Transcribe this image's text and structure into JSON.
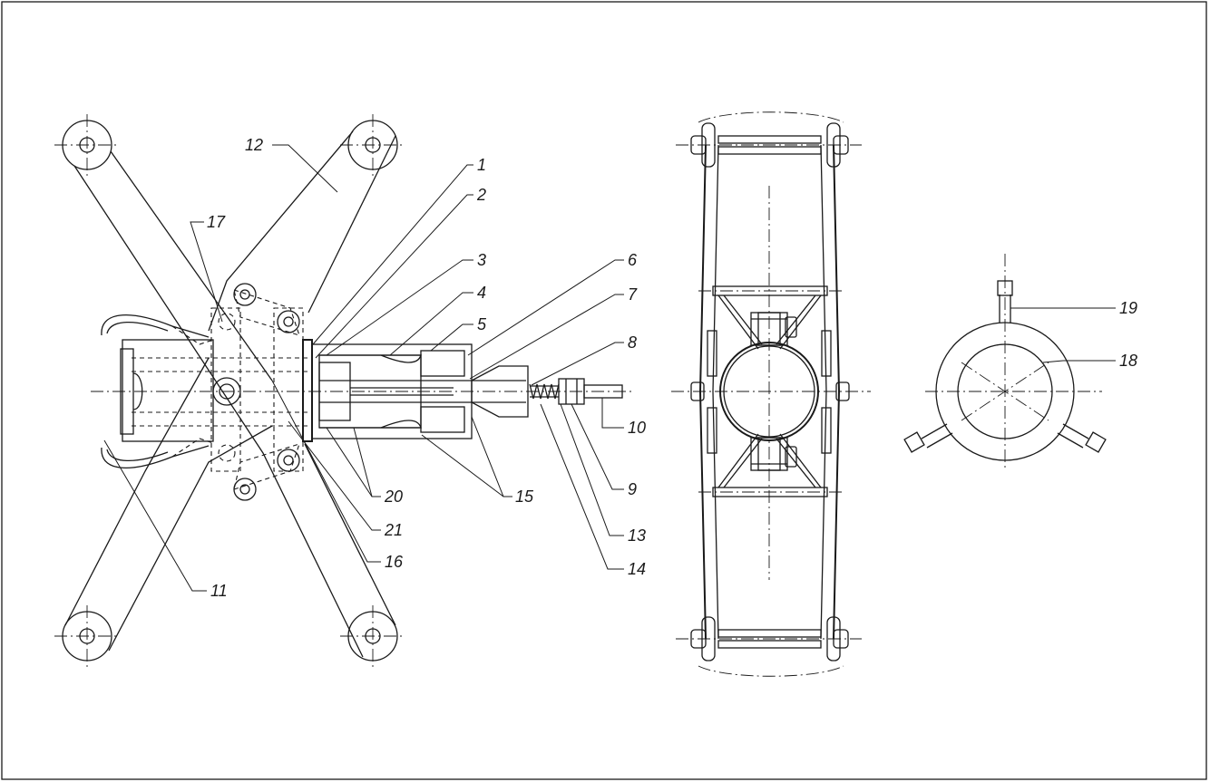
{
  "callouts": [
    {
      "id": "c1",
      "text": "1"
    },
    {
      "id": "c2",
      "text": "2"
    },
    {
      "id": "c3",
      "text": "3"
    },
    {
      "id": "c4",
      "text": "4"
    },
    {
      "id": "c5",
      "text": "5"
    },
    {
      "id": "c6",
      "text": "6"
    },
    {
      "id": "c7",
      "text": "7"
    },
    {
      "id": "c8",
      "text": "8"
    },
    {
      "id": "c9",
      "text": "9"
    },
    {
      "id": "c10",
      "text": "10"
    },
    {
      "id": "c11",
      "text": "11"
    },
    {
      "id": "c12",
      "text": "12"
    },
    {
      "id": "c13",
      "text": "13"
    },
    {
      "id": "c14",
      "text": "14"
    },
    {
      "id": "c15",
      "text": "15"
    },
    {
      "id": "c16",
      "text": "16"
    },
    {
      "id": "c17",
      "text": "17"
    },
    {
      "id": "c18",
      "text": "18"
    },
    {
      "id": "c19",
      "text": "19"
    },
    {
      "id": "c20",
      "text": "20"
    },
    {
      "id": "c21",
      "text": "21"
    }
  ],
  "colors": {
    "ink": "#1a1a1a",
    "paper": "#ffffff"
  }
}
